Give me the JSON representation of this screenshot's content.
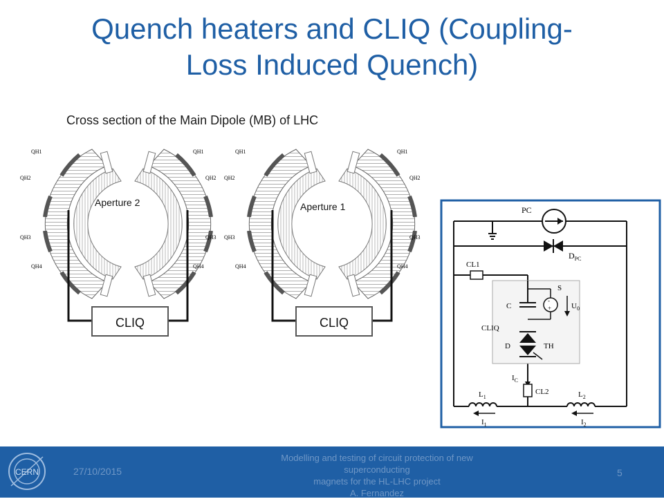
{
  "slide": {
    "title_line1": "Quench heaters and CLIQ (Coupling-",
    "title_line2": "Loss Induced Quench)",
    "subtitle": "Cross section of the Main Dipole (MB) of LHC"
  },
  "dipole": {
    "apertures": [
      {
        "label": "Aperture 2",
        "cliq_label": "CLIQ",
        "heater_left": [
          "QH1",
          "QH2",
          "QH3",
          "QH4"
        ],
        "heater_right": [
          "QH1",
          "QH2",
          "QH3",
          "QH4"
        ]
      },
      {
        "label": "Aperture 1",
        "cliq_label": "CLIQ",
        "heater_left": [
          "QH1",
          "QH2",
          "QH3",
          "QH4"
        ],
        "heater_right": [
          "QH1",
          "QH2",
          "QH3",
          "QH4"
        ]
      }
    ]
  },
  "circuit": {
    "pc": "PC",
    "d_pc": "D",
    "d_pc_sub": "PC",
    "cl1": "CL1",
    "capacitor": "C",
    "switch": "S",
    "u0": "U",
    "u0_sub": "0",
    "cliq_box": "CLIQ",
    "diode": "D",
    "thyristor": "TH",
    "ic": "I",
    "ic_sub": "C",
    "cl2": "CL2",
    "l1": "L",
    "l1_sub": "1",
    "l2": "L",
    "l2_sub": "2",
    "i1": "I",
    "i1_sub": "1",
    "i2": "I",
    "i2_sub": "2",
    "minus": "-",
    "plus": "+",
    "border_color": "#1f5fa5"
  },
  "footer": {
    "date": "27/10/2015",
    "line1": "Modelling and testing of circuit protection of new superconducting",
    "line2": "magnets for the HL-LHC project",
    "line3": "A. Fernandez",
    "page": "5",
    "logo_text": "CERN",
    "bar_color": "#1f5fa5"
  }
}
